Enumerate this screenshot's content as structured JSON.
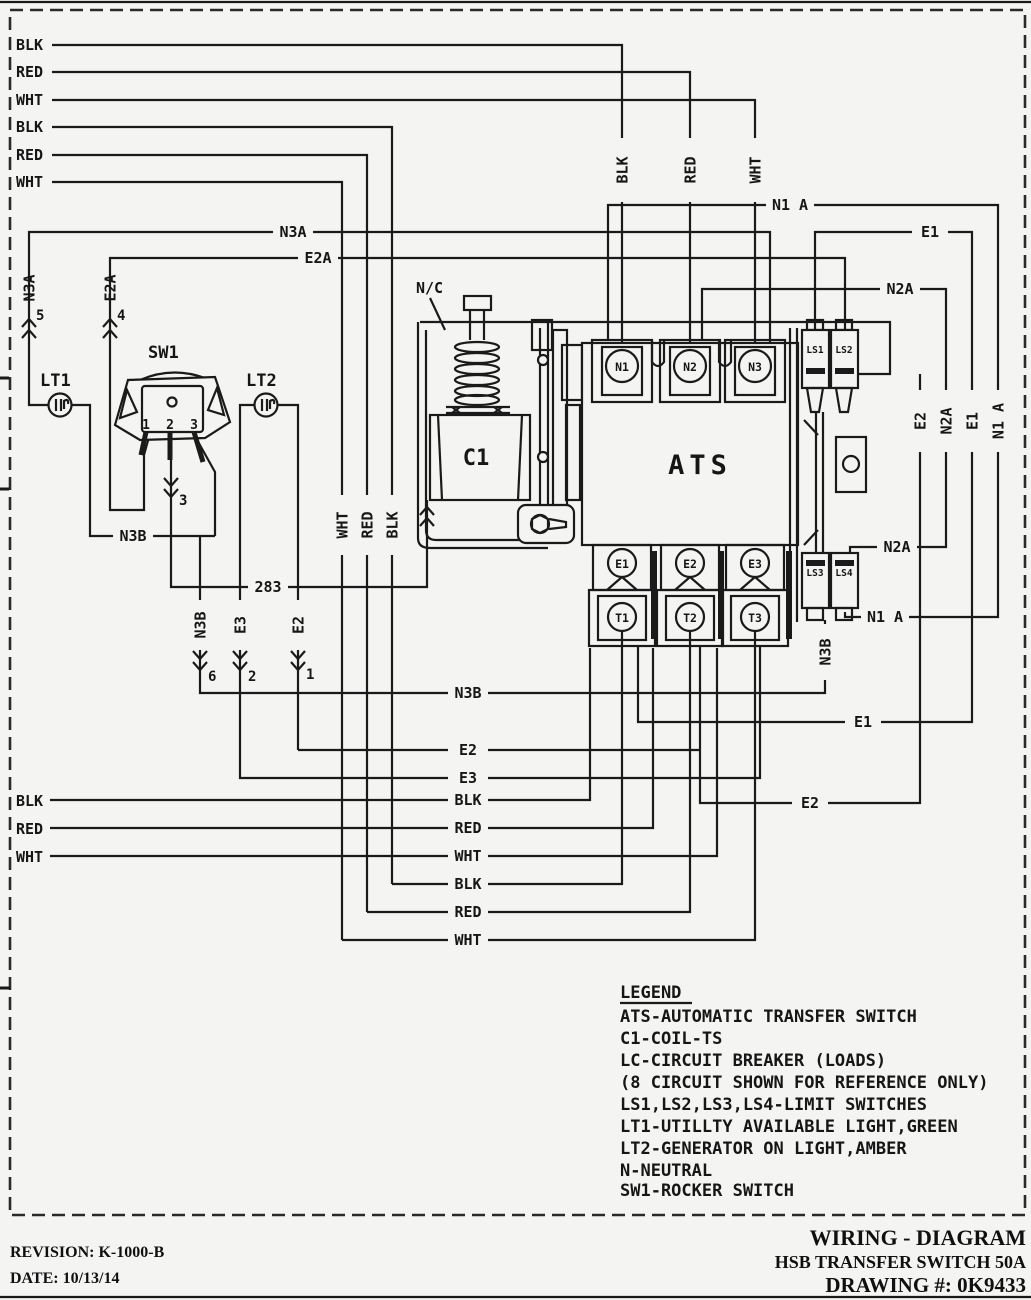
{
  "colors": {
    "paper": "#f4f4f3",
    "ink": "#1a1a1a"
  },
  "labels": {
    "blk": "BLK",
    "red": "RED",
    "wht": "WHT",
    "n3a": "N3A",
    "e2a": "E2A",
    "n1a": "N1 A",
    "n2a": "N2A",
    "e1": "E1",
    "e2": "E2",
    "e3": "E3",
    "n3b": "N3B",
    "w283": "283",
    "nc": "N/C"
  },
  "digits": {
    "d1": "1",
    "d2": "2",
    "d3": "3",
    "d4": "4",
    "d5": "5",
    "d6": "6"
  },
  "components": {
    "sw1": "SW1",
    "lt1": "LT1",
    "lt2": "LT2",
    "c1": "C1",
    "ats": "ATS"
  },
  "terminals": {
    "n1": "N1",
    "n2": "N2",
    "n3": "N3",
    "e1": "E1",
    "e2": "E2",
    "e3": "E3",
    "t1": "T1",
    "t2": "T2",
    "t3": "T3",
    "ls1": "LS1",
    "ls2": "LS2",
    "ls3": "LS3",
    "ls4": "LS4"
  },
  "legend": {
    "header": "LEGEND",
    "items": [
      "ATS-AUTOMATIC TRANSFER SWITCH",
      "C1-COIL-TS",
      "LC-CIRCUIT BREAKER (LOADS)",
      "(8 CIRCUIT SHOWN FOR REFERENCE ONLY)",
      "LS1,LS2,LS3,LS4-LIMIT SWITCHES",
      "LT1-UTILLTY AVAILABLE LIGHT,GREEN",
      "LT2-GENERATOR ON LIGHT,AMBER",
      "N-NEUTRAL",
      "SW1-ROCKER SWITCH"
    ]
  },
  "title_block": {
    "revision": "REVISION: K-1000-B",
    "date": "DATE: 10/13/14",
    "title": "WIRING - DIAGRAM",
    "subtitle": "HSB TRANSFER SWITCH 50A",
    "drawing_number": "DRAWING #: 0K9433"
  }
}
